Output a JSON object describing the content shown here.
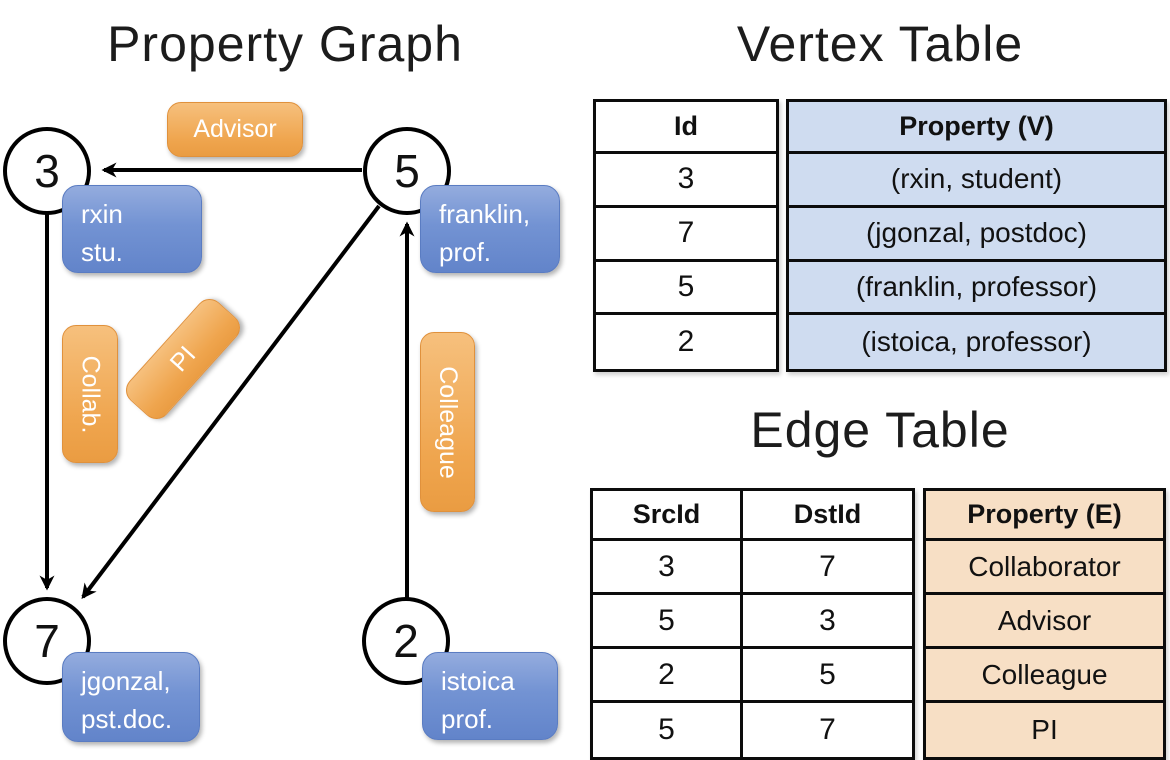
{
  "titles": {
    "property_graph": "Property Graph",
    "vertex_table": "Vertex Table",
    "edge_table": "Edge Table"
  },
  "graph": {
    "nodes": [
      {
        "id": "3",
        "property": "rxin\nstu."
      },
      {
        "id": "5",
        "property": "franklin,\nprof."
      },
      {
        "id": "7",
        "property": "jgonzal,\npst.doc."
      },
      {
        "id": "2",
        "property": "istoica\nprof."
      }
    ],
    "edges": [
      {
        "src": "5",
        "dst": "3",
        "label": "Advisor"
      },
      {
        "src": "3",
        "dst": "7",
        "label": "Collab."
      },
      {
        "src": "5",
        "dst": "7",
        "label": "PI"
      },
      {
        "src": "2",
        "dst": "5",
        "label": "Colleague"
      }
    ]
  },
  "vertex_table": {
    "headers": {
      "id": "Id",
      "property": "Property (V)"
    },
    "rows": [
      {
        "id": "3",
        "property": "(rxin, student)"
      },
      {
        "id": "7",
        "property": "(jgonzal, postdoc)"
      },
      {
        "id": "5",
        "property": "(franklin, professor)"
      },
      {
        "id": "2",
        "property": "(istoica, professor)"
      }
    ]
  },
  "edge_table": {
    "headers": {
      "src": "SrcId",
      "dst": "DstId",
      "property": "Property (E)"
    },
    "rows": [
      {
        "src": "3",
        "dst": "7",
        "property": "Collaborator"
      },
      {
        "src": "5",
        "dst": "3",
        "property": "Advisor"
      },
      {
        "src": "2",
        "dst": "5",
        "property": "Colleague"
      },
      {
        "src": "5",
        "dst": "7",
        "property": "PI"
      }
    ]
  },
  "colors": {
    "edge_label_orange": "#efa54e",
    "vertex_label_blue": "#7393d3",
    "vertex_table_fill": "#cfdcf0",
    "edge_table_fill": "#f7dfc5"
  }
}
